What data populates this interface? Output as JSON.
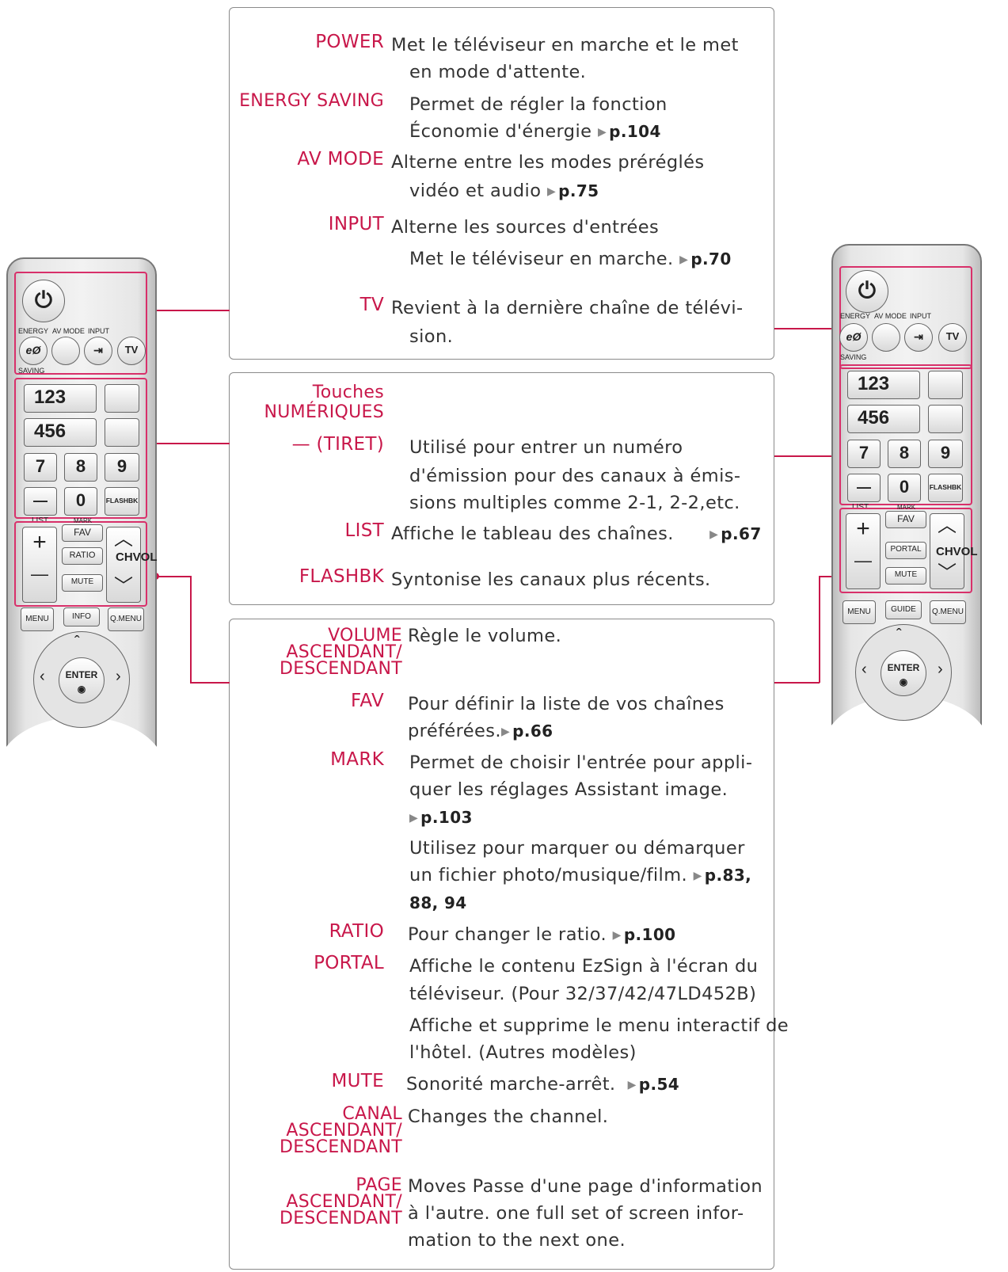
{
  "box1": {
    "power": {
      "label": "POWER",
      "text1": "Met le téléviseur en marche et le met",
      "text2": "en mode d'attente."
    },
    "energy": {
      "label": "ENERGY SAVING",
      "text1": "Permet de régler la  fonction",
      "text2": "Économie d'énergie",
      "ref": "p.104"
    },
    "avmode": {
      "label": "AV MODE",
      "text1": "Alterne entre les modes préréglés",
      "text2": "vidéo et audio",
      "ref": "p.75"
    },
    "input": {
      "label": "INPUT",
      "text1": "Alterne les sources d'entrées",
      "text2": "Met le téléviseur en marche.",
      "ref": "p.70"
    },
    "tv": {
      "label": "TV",
      "text1": "Revient à la dernière chaîne de télévi-",
      "text2": "sion."
    }
  },
  "box2": {
    "numeric": {
      "label1": "Touches",
      "label2": "NUMÉRIQUES"
    },
    "dash": {
      "label": "— (TIRET)",
      "text1": "Utilisé  pour  entrer  un  numéro",
      "text2": "d'émission pour des canaux à émis-",
      "text3": "sions multiples comme 2-1, 2-2,etc."
    },
    "list": {
      "label": "LIST",
      "text": "Affiche le tableau des chaînes.",
      "ref": "p.67"
    },
    "flashbk": {
      "label": "FLASHBK",
      "text": "Syntonise les canaux plus récents."
    }
  },
  "box3": {
    "volume": {
      "label1": "VOLUME",
      "label2": "ASCENDANT/",
      "label3": "DESCENDANT",
      "text": "Règle le volume."
    },
    "fav": {
      "label": "FAV",
      "text1": "Pour définir la liste de vos chaînes",
      "text2": "préférées.",
      "ref": "p.66"
    },
    "mark": {
      "label": "MARK",
      "text1": "Permet de choisir l'entrée pour appli-",
      "text2": "quer les réglages  Assistant image.",
      "ref1": "p.103",
      "text3": "Utilisez pour marquer ou démarquer",
      "text4": "un fichier photo/musique/film.",
      "ref2": "p.83,",
      "text5": "88, 94"
    },
    "ratio": {
      "label": "RATIO",
      "text": "Pour changer le ratio.",
      "ref": "p.100"
    },
    "portal": {
      "label": "PORTAL",
      "text1": "Affiche le contenu EzSign à l'écran du",
      "text2": "téléviseur. (Pour 32/37/42/47LD452B)",
      "text3": "Affiche et supprime le menu interactif de",
      "text4": "l'hôtel. (Autres modèles)"
    },
    "mute": {
      "label": "MUTE",
      "text": "Sonorité marche-arrêt.",
      "ref": "p.54"
    },
    "canal": {
      "label1": "CANAL",
      "label2": "ASCENDANT/",
      "label3": "DESCENDANT",
      "text": "Changes the channel."
    },
    "page": {
      "label1": "PAGE",
      "label2": "ASCENDANT/",
      "label3": "DESCENDANT",
      "text1": "Moves Passe d'une page d'information",
      "text2": "à l'autre. one full set of screen infor-",
      "text3": "mation to the next one."
    }
  },
  "remote_left": {
    "energy": "ENERGY",
    "avmode": "AV MODE",
    "input": "INPUT",
    "saving": "SAVING",
    "tv": "TV",
    "k123": "123",
    "k456": "456",
    "k7": "7",
    "k8": "8",
    "k9": "9",
    "kdash": "—",
    "k0": "0",
    "flashbk": "FLASHBK",
    "list": "LIST",
    "mark": "MARK",
    "fav": "FAV",
    "mid": "RATIO",
    "mute": "MUTE",
    "chvol": "CHVOL",
    "plus": "+",
    "minus": "—",
    "menu": "MENU",
    "info": "INFO",
    "qmenu": "Q.MENU",
    "enter": "ENTER"
  },
  "remote_right": {
    "energy": "ENERGY",
    "avmode": "AV MODE",
    "input": "INPUT",
    "saving": "SAVING",
    "tv": "TV",
    "k123": "123",
    "k456": "456",
    "k7": "7",
    "k8": "8",
    "k9": "9",
    "kdash": "—",
    "k0": "0",
    "flashbk": "FLASHBK",
    "list": "LIST",
    "mark": "MARK",
    "fav": "FAV",
    "mid": "PORTAL",
    "mute": "MUTE",
    "chvol": "CHVOL",
    "plus": "+",
    "minus": "—",
    "menu": "MENU",
    "info": "GUIDE",
    "qmenu": "Q.MENU",
    "enter": "ENTER"
  },
  "colors": {
    "accent": "#c8174a",
    "border": "#8a8a8a",
    "text": "#333333"
  }
}
